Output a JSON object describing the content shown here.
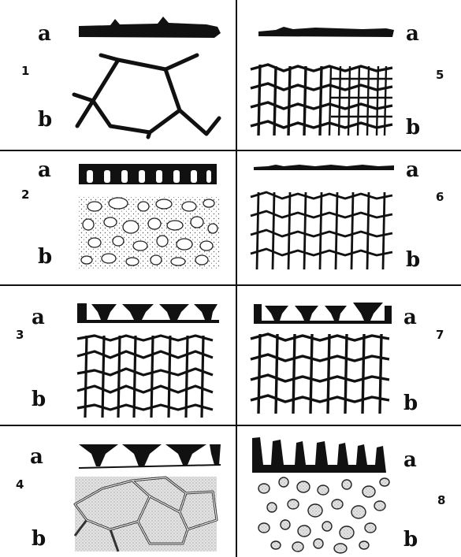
{
  "panels": [
    {
      "number": "1",
      "section_label": "a",
      "surface_label": "b"
    },
    {
      "number": "2",
      "section_label": "a",
      "surface_label": "b"
    },
    {
      "number": "3",
      "section_label": "a",
      "surface_label": "b"
    },
    {
      "number": "4",
      "section_label": "a",
      "surface_label": "b"
    },
    {
      "number": "5",
      "section_label": "a",
      "surface_label": "b"
    },
    {
      "number": "6",
      "section_label": "a",
      "surface_label": "b"
    },
    {
      "number": "7",
      "section_label": "a",
      "surface_label": "b"
    },
    {
      "number": "8",
      "section_label": "a",
      "surface_label": "b"
    }
  ],
  "colors": {
    "ink": "#111111",
    "paper": "#ffffff",
    "stipple": "#d9d9d9"
  }
}
